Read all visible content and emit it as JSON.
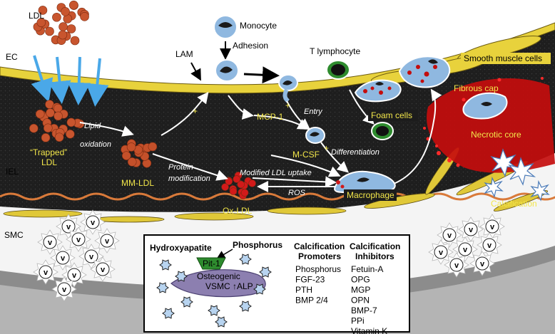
{
  "labels": {
    "ldl": "LDL",
    "ec": "EC",
    "iel": "IEL",
    "smc": "SMC",
    "lam": "LAM",
    "monocyte": "Monocyte",
    "adhesion": "Adhesion",
    "t_lymphocyte": "T lymphocyte",
    "smooth_muscle_cells": "Smooth muscle cells",
    "fibrous_cap": "Fibrous cap",
    "foam_cells": "Foam cells",
    "necrotic_core": "Necrotic core",
    "calcification": "Calcification",
    "trapped_ldl_1": "“Trapped”",
    "trapped_ldl_2": "LDL",
    "lipid_oxidation_1": "Lipid",
    "lipid_oxidation_2": "oxidation",
    "mm_ldl": "MM-LDL",
    "protein_modification_1": "Protein",
    "protein_modification_2": "modification",
    "ox_ldl": "Ox-LDL",
    "mcp1": "MCP-1",
    "entry": "Entry",
    "mcsf": "M-CSF",
    "differentiation": "Differentiation",
    "modified_ldl_uptake": "Modified LDL uptake",
    "ros": "ROS",
    "macrophage": "Macrophage",
    "plus": "+"
  },
  "inset": {
    "hydroxyapatite": "Hydroxyapatite",
    "phosphorus": "Phosphorus",
    "pit1": "Pit-1",
    "osteogenic": "Osteogenic",
    "vsmc": "VSMC",
    "alp": "↑ALP",
    "promoters_title_1": "Calcification",
    "promoters_title_2": "Promoters",
    "promoters": [
      "Phosphorus",
      "FGF-23",
      "PTH",
      "BMP 2/4"
    ],
    "inhibitors_title_1": "Calcification",
    "inhibitors_title_2": "Inhibitors",
    "inhibitors": [
      "Fetuin-A",
      "OPG",
      "MGP",
      "OPN",
      "BMP-7",
      "PPi",
      "Vitamin K"
    ]
  },
  "vesicle_label": "v",
  "colors": {
    "intima": "#1c1c1c",
    "endothelium": "#e8d23c",
    "ldl_particle": "#c8552e",
    "ox_ldl": "#d21a1a",
    "monocyte": "#8fb8e0",
    "t_lymphocyte": "#2e8b2e",
    "necrotic": "#d40f0f",
    "arrow_blue": "#4aa8e8",
    "yellow_text": "#f2e64a",
    "iel_line": "#d97a3a"
  }
}
